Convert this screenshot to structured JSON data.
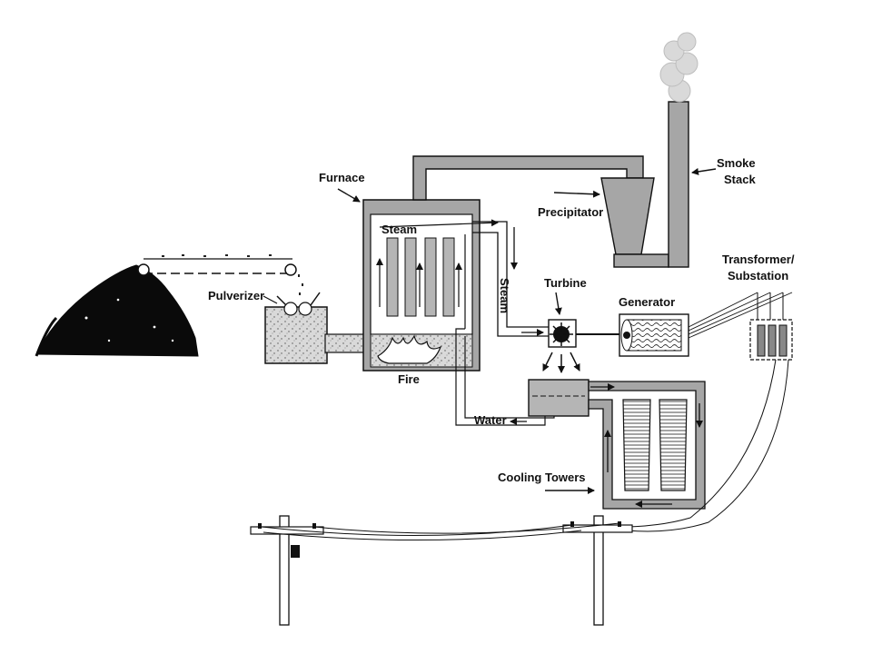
{
  "labels": {
    "furnace": "Furnace",
    "smoke_line1": "Smoke",
    "smoke_line2": "Stack",
    "precipitator": "Precipitator",
    "steam_top": "Steam",
    "steam_vertical": "Steam",
    "turbine": "Turbine",
    "generator": "Generator",
    "transformer_line1": "Transformer/",
    "transformer_line2": "Substation",
    "pulverizer": "Pulverizer",
    "fire": "Fire",
    "water": "Water",
    "cooling_towers": "Cooling Towers"
  },
  "colors": {
    "duct_gray": "#a6a6a6",
    "outline": "#1a1a1a",
    "coal": "#0a0a0a",
    "smoke": "#d9d9d9",
    "chamber_gray": "#b5b5b5",
    "background": "#ffffff"
  }
}
